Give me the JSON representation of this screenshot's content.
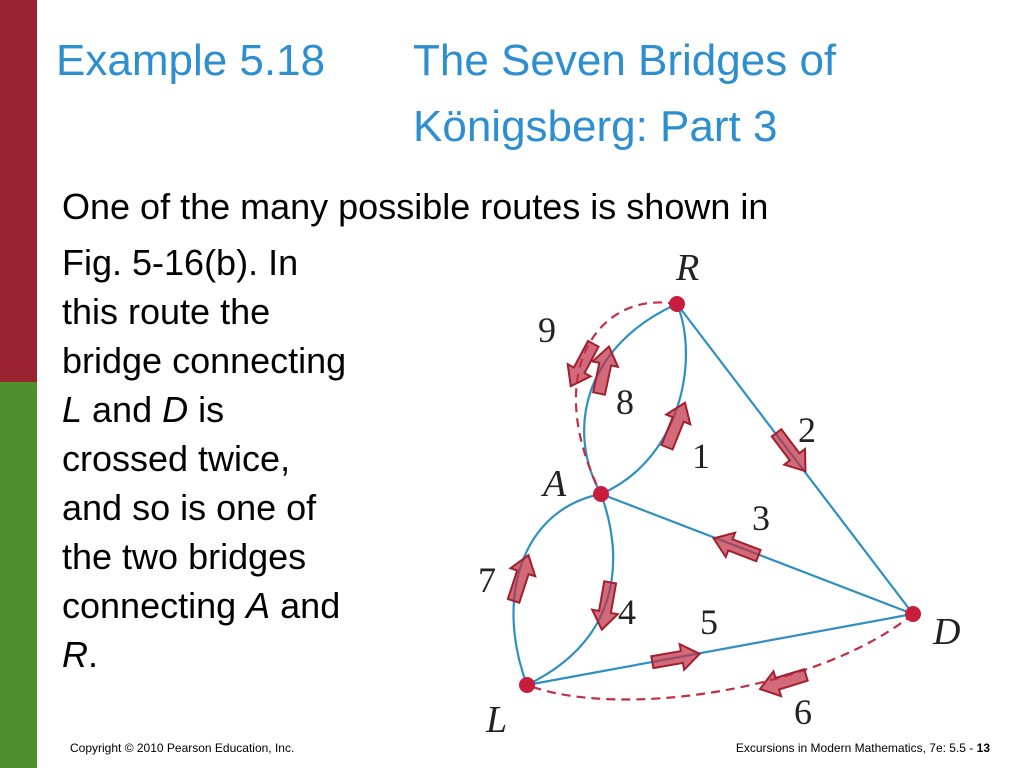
{
  "slide": {
    "title_example": "Example 5.18",
    "title_line1": "The Seven Bridges of",
    "title_line2": "Königsberg: Part 3",
    "body_line1": "One of the many possible routes is shown in",
    "body_lines": [
      "Fig. 5-16(b). In",
      "this route the",
      "bridge connecting"
    ],
    "body_l": "L",
    "body_and": " and ",
    "body_d": "D",
    "body_is": " is",
    "body_lines2": [
      "crossed twice,",
      "and so is one of",
      "the two bridges"
    ],
    "body_connecting": "connecting ",
    "body_a": "A",
    "body_and2": " and",
    "body_r": "R",
    "body_period": "."
  },
  "figure": {
    "nodes": [
      {
        "id": "R",
        "label": "R"
      },
      {
        "id": "A",
        "label": "A"
      },
      {
        "id": "D",
        "label": "D"
      },
      {
        "id": "L",
        "label": "L"
      }
    ],
    "edge_color": "#2e8fc0",
    "node_color": "#c81e3c",
    "route_color": "#c03045",
    "arrow_labels": [
      "1",
      "2",
      "3",
      "4",
      "5",
      "6",
      "7",
      "8",
      "9"
    ]
  },
  "footer": {
    "copyright": "Copyright © 2010 Pearson Education, Inc.",
    "right_text": "Excursions in Modern Mathematics, 7e: 5.5 - ",
    "page": "13"
  },
  "colors": {
    "title": "#2e8fd0",
    "stripe_top": "#9b2230",
    "stripe_bottom": "#4f8f2d"
  }
}
